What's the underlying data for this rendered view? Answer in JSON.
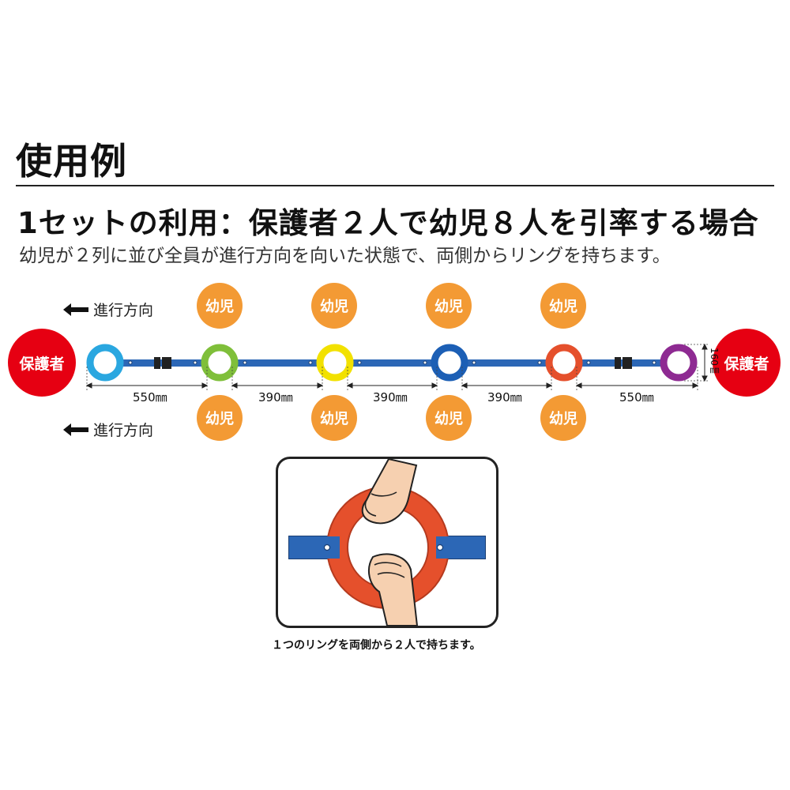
{
  "title": "使用例",
  "subtitle": "1セットの利用：保護者２人で幼児８人を引率する場合",
  "description": "幼児が２列に並び全員が進行方向を向いた状態で、両側からリングを持ちます。",
  "direction_label": "進行方向",
  "child_label": "幼児",
  "guardian_label": "保護者",
  "dimensions": {
    "d1": "550㎜",
    "d2": "390㎜",
    "d3": "390㎜",
    "d4": "390㎜",
    "d5": "550㎜",
    "height": "160㎜"
  },
  "rings": [
    {
      "color": "#2aa7e0"
    },
    {
      "color": "#7fbf3a"
    },
    {
      "color": "#f2e100"
    },
    {
      "color": "#1c5fb5"
    },
    {
      "color": "#e5502c"
    },
    {
      "color": "#8e2a92"
    }
  ],
  "colors": {
    "strap": "#2c67b6",
    "child": "#f39a34",
    "guardian": "#e60012",
    "illus_ring": "#e5502c"
  },
  "caption": "１つのリングを両側から２人で持ちます。"
}
